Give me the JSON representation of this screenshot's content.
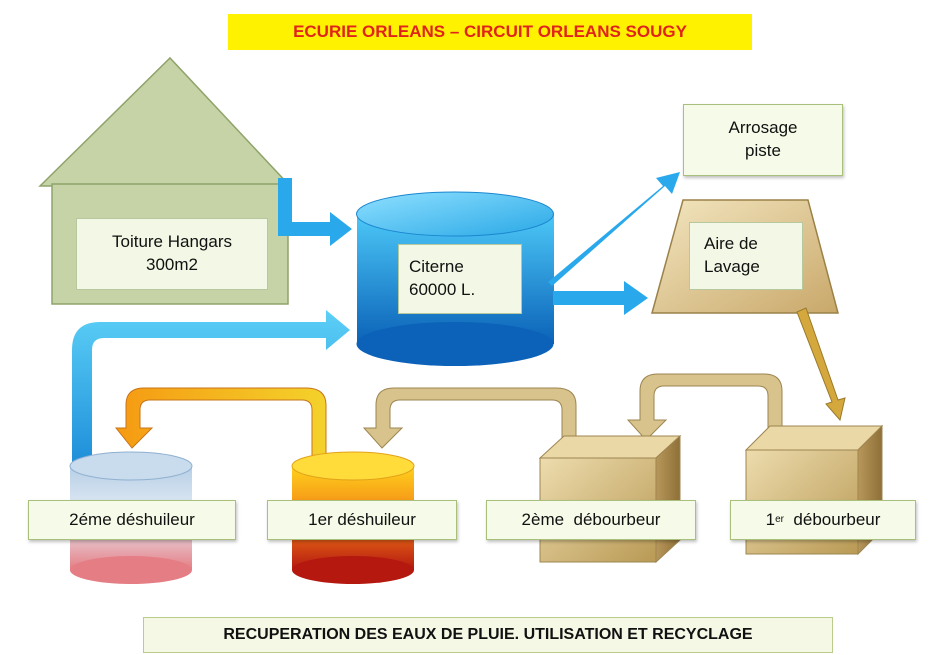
{
  "title": "ECURIE ORLEANS – CIRCUIT ORLEANS SOUGY",
  "footer": "RECUPERATION DES EAUX DE PLUIE. UTILISATION ET RECYCLAGE",
  "nodes": {
    "roof": "Toiture Hangars\n300m2",
    "tank": "Citerne\n60000 L.",
    "watering": "Arrosage\npiste",
    "washing": "Aire de\nLavage",
    "separator2": "2éme déshuileur",
    "separator1": "1er déshuileur",
    "settler2": "2ème  débourbeur",
    "settler1_prefix": "1",
    "settler1_sup": "er",
    "settler1_suffix": "  débourbeur"
  },
  "colors": {
    "house": "#c6d3a6",
    "cistern": "#1a9fe0",
    "arrow_blue": "#2aa8ec",
    "arrow_orange": "#f39a1e",
    "arrow_gold": "#c8a84e",
    "box_tan": "#d8c38c",
    "title_bg": "#fff200",
    "title_text": "#e0241b"
  },
  "icons": [
    "house-shape",
    "cistern-cylinder",
    "trapezoid-wash-area",
    "settler-box",
    "separator-cylinder"
  ]
}
